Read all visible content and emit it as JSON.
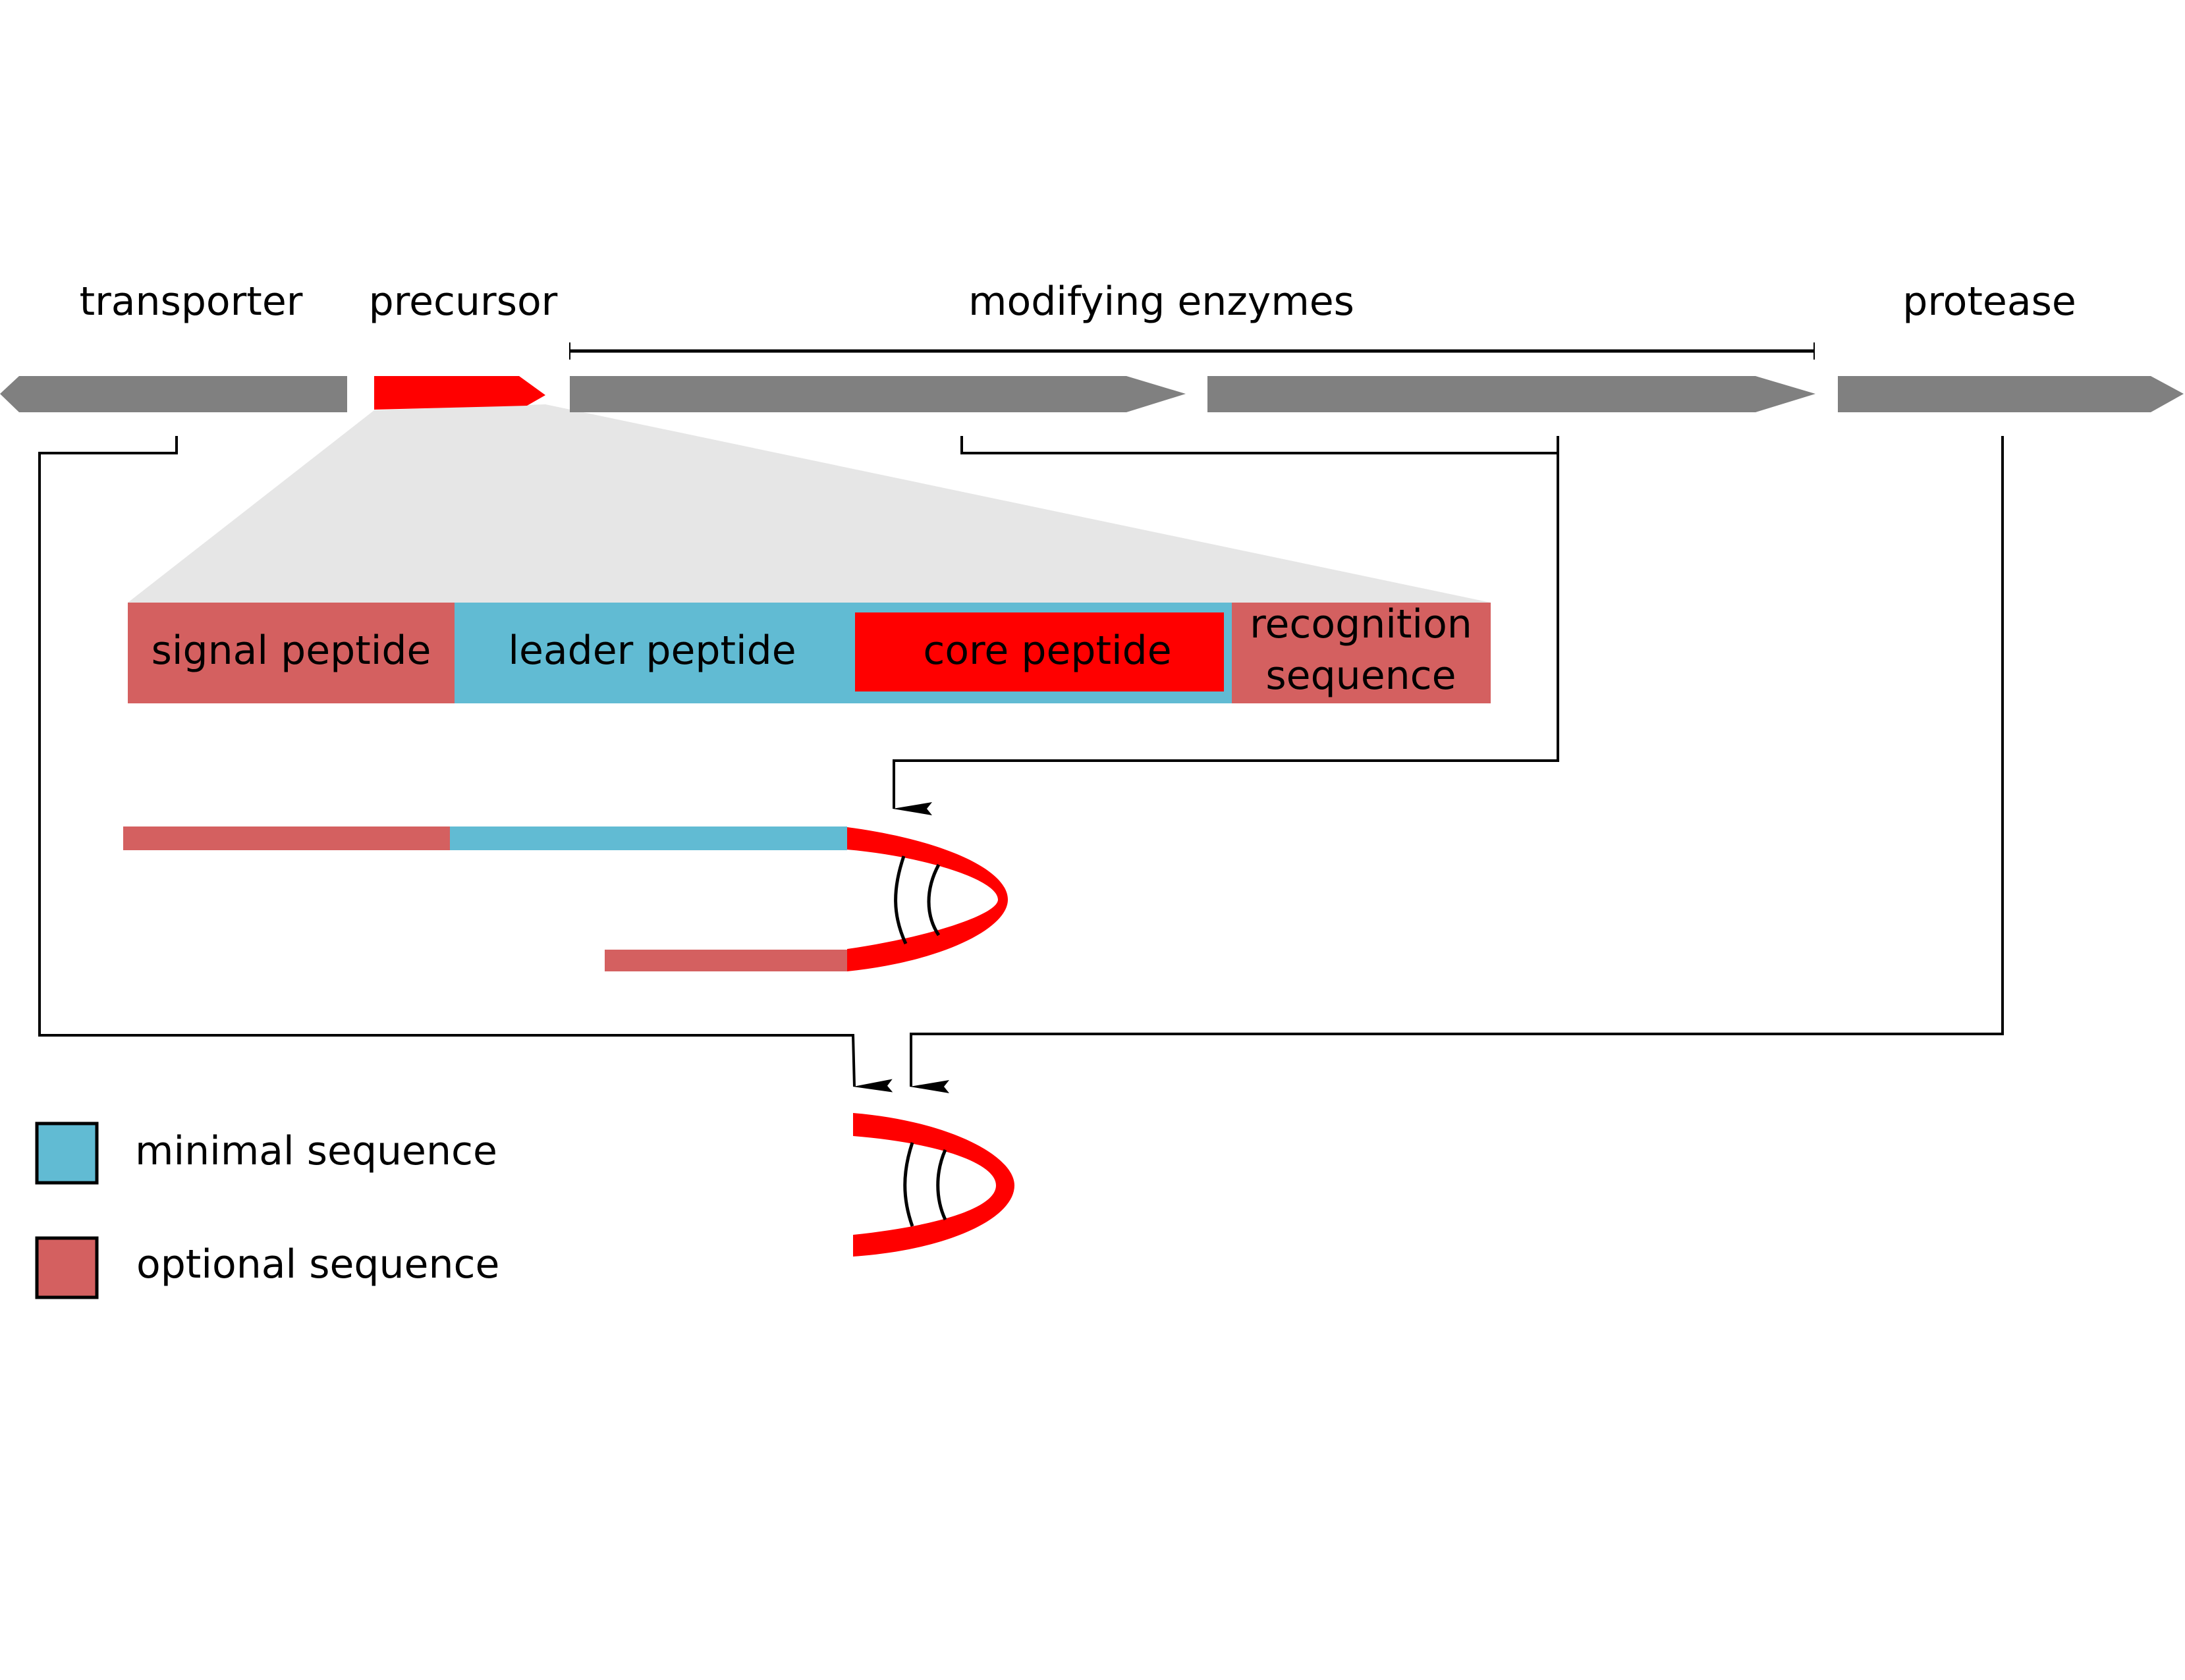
{
  "colors": {
    "gene_gray": "#808080",
    "precursor_red": "#ff0000",
    "minimal_blue": "#61bbd3",
    "optional_red": "#d46060",
    "zoom_fan": "#e6e6e6",
    "line": "#000000"
  },
  "genes": [
    {
      "id": "transporter",
      "label": "transporter",
      "direction": "left",
      "color_key": "gene_gray"
    },
    {
      "id": "precursor",
      "label": "precursor",
      "direction": "right",
      "color_key": "precursor_red"
    },
    {
      "id": "modifying-enzyme-1",
      "label": "",
      "direction": "right",
      "color_key": "gene_gray"
    },
    {
      "id": "modifying-enzyme-2",
      "label": "",
      "direction": "right",
      "color_key": "gene_gray"
    },
    {
      "id": "protease",
      "label": "protease",
      "direction": "right",
      "color_key": "gene_gray"
    }
  ],
  "group_label": "modifying enzymes",
  "precursor_segments": [
    {
      "id": "signal",
      "label": "signal peptide",
      "type": "optional"
    },
    {
      "id": "leader",
      "label": "leader peptide",
      "type": "minimal"
    },
    {
      "id": "core",
      "label": "core peptide",
      "type": "core"
    },
    {
      "id": "recognition",
      "label_line1": "recognition",
      "label_line2": "sequence",
      "type": "optional"
    }
  ],
  "legend": [
    {
      "label": "minimal sequence",
      "color_key": "minimal_blue"
    },
    {
      "label": "optional sequence",
      "color_key": "optional_red"
    }
  ]
}
